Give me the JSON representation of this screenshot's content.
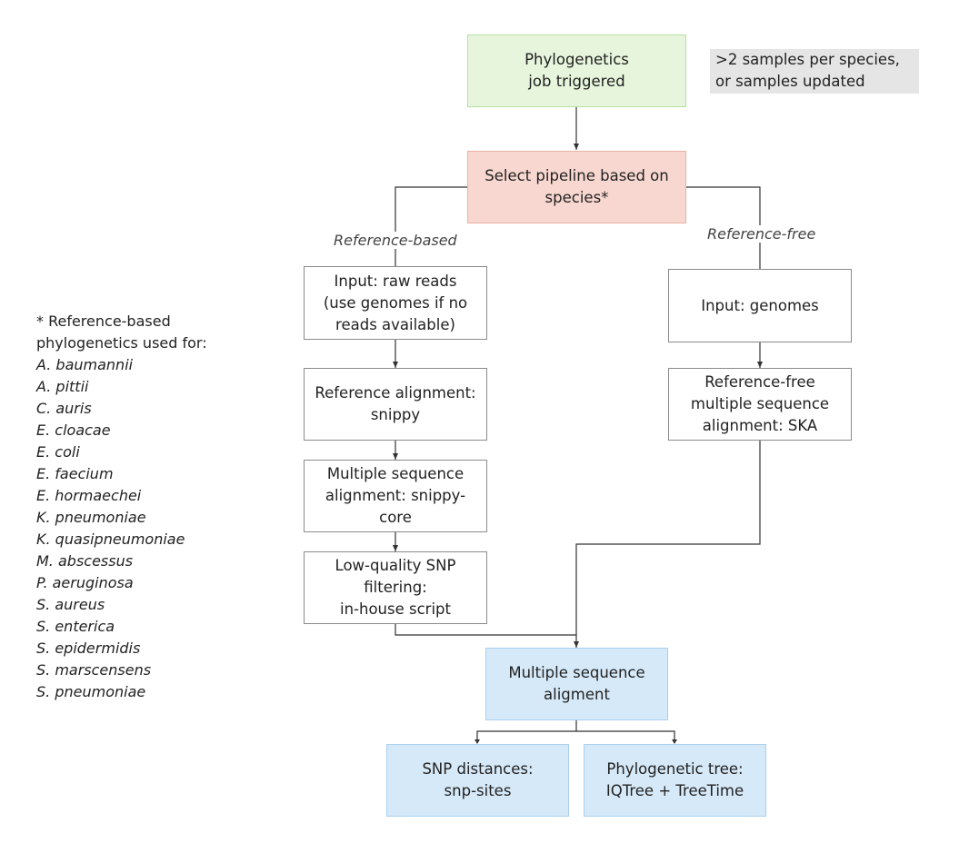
{
  "nodes": {
    "triggered": "Phylogenetics\njob triggered",
    "select": "Select pipeline based on\nspecies*",
    "input_reads": "Input: raw reads\n(use genomes if no\nreads available)",
    "ref_align": "Reference alignment:\nsnippy",
    "msa_core": "Multiple sequence\nalignment: snippy-core",
    "snp_filter": "Low-quality SNP\nfiltering:\nin-house script",
    "input_genomes": "Input: genomes",
    "ska": "Reference-free\nmultiple sequence\nalignment: SKA",
    "msa": "Multiple sequence\naligment",
    "snp_dist": "SNP distances:\nsnp-sites",
    "tree": "Phylogenetic tree:\nIQTree + TreeTime"
  },
  "note": ">2 samples per species,\nor samples updated",
  "branches": {
    "left": "Reference-based",
    "right": "Reference-free"
  },
  "legend": {
    "header": "* Reference-based\nphylogenetics used for:",
    "species": [
      "A. baumannii",
      "A. pittii",
      "C. auris",
      "E. cloacae",
      "E. coli",
      "E. faecium",
      "E. hormaechei",
      "K. pneumoniae",
      "K. quasipneumoniae",
      "M. abscessus",
      "P. aeruginosa",
      "S. aureus",
      "S. enterica",
      "S. epidermidis",
      "S. marscensens",
      "S. pneumoniae"
    ]
  }
}
